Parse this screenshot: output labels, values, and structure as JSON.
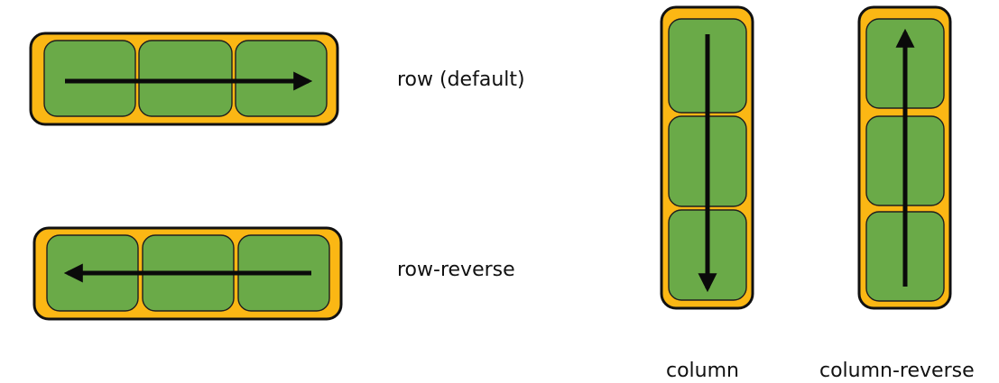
{
  "colors": {
    "container_fill": "#fbb714",
    "container_stroke": "#111111",
    "item_fill": "#6aaa48",
    "item_stroke": "#1f1f1f",
    "arrow": "#0a0a0a"
  },
  "labels": {
    "row": "row (default)",
    "row_reverse": "row-reverse",
    "column": "column",
    "column_reverse": "column-reverse"
  },
  "examples": [
    {
      "name": "row",
      "orientation": "horizontal",
      "direction": "left-to-right",
      "items": 3
    },
    {
      "name": "row-reverse",
      "orientation": "horizontal",
      "direction": "right-to-left",
      "items": 3
    },
    {
      "name": "column",
      "orientation": "vertical",
      "direction": "top-to-bottom",
      "items": 3
    },
    {
      "name": "column-reverse",
      "orientation": "vertical",
      "direction": "bottom-to-top",
      "items": 3
    }
  ]
}
